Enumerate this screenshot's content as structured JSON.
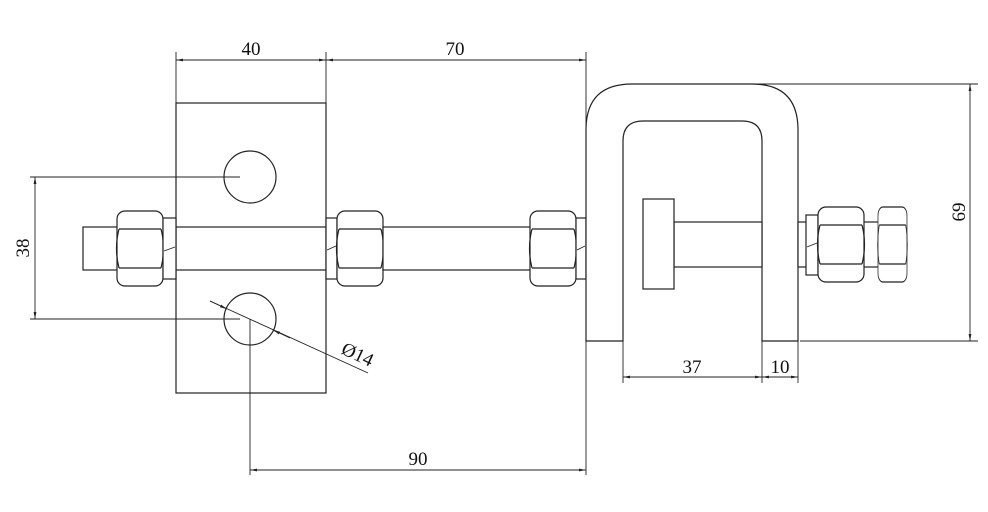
{
  "dimensions": {
    "block_width": "40",
    "block_to_shackle": "70",
    "hole_spacing": "38",
    "hole_to_shackle": "90",
    "hole_diameter": "Ø14",
    "shackle_inner_width": "37",
    "shackle_thickness": "10",
    "shackle_height": "69"
  },
  "colors": {
    "line": "#222222",
    "background": "#ffffff"
  }
}
